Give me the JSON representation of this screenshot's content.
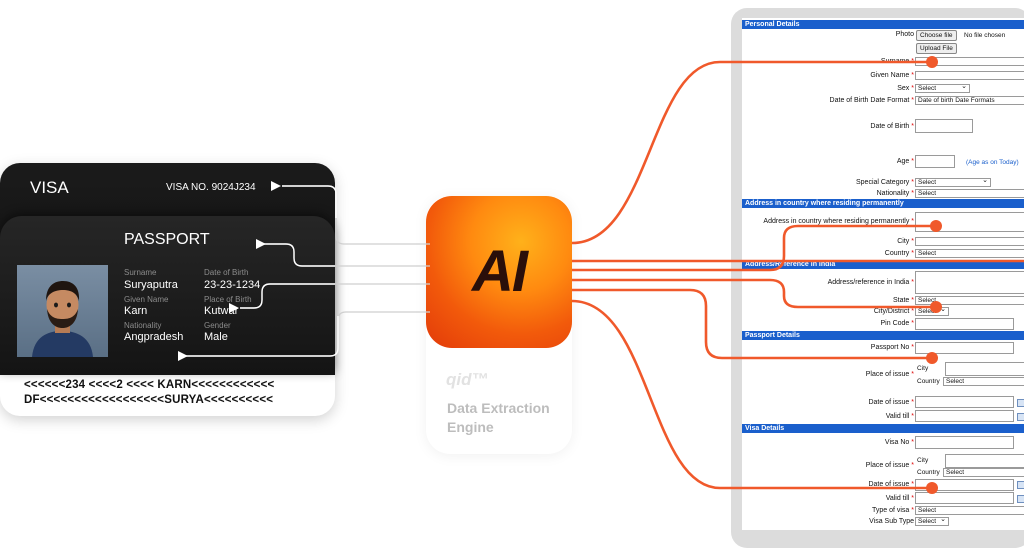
{
  "colors": {
    "accent": "#f0592b",
    "section_bar": "#1a5fcc",
    "ai_gradient_start": "#ffb11a",
    "ai_gradient_end": "#e23a0a"
  },
  "visa_card": {
    "title": "VISA",
    "visa_no": "VISA NO. 9024J234"
  },
  "passport_card": {
    "title": "PASSPORT",
    "surname_label": "Surname",
    "surname": "Suryaputra",
    "dob_label": "Date of Birth",
    "dob": "23-23-1234",
    "given_label": "Given Name",
    "given": "Karn",
    "pob_label": "Place of Birth",
    "pob": "Kutwar",
    "nationality_label": "Nationality",
    "nationality": "Angpradesh",
    "gender_label": "Gender",
    "gender": "Male",
    "mrz_line1": "<<<<<<234 <<<<2 <<<< KARN<<<<<<<<<<<<",
    "mrz_line2": "DF<<<<<<<<<<<<<<<<<<SURYA<<<<<<<<<<"
  },
  "engine": {
    "logo_text": "AI",
    "brand": "qid™",
    "line1": "Data Extraction",
    "line2": "Engine"
  },
  "form": {
    "sections": {
      "personal": "Personal Details",
      "address_perm": "Address in country where residing permanently",
      "address_india": "Address/Reference in India",
      "passport": "Passport Details",
      "visa": "Visa Details"
    },
    "photo_label": "Photo",
    "choose_file": "Choose file",
    "no_file": "No file chosen",
    "upload_file": "Upload File",
    "surname_label": "Surname",
    "given_name_label": "Given Name",
    "sex_label": "Sex",
    "select": "Select",
    "dob_format_label": "Date of Birth Date Format",
    "dob_format_value": "Date of birth Date Formats",
    "dob_label": "Date of Birth",
    "age_label": "Age",
    "age_note": "(Age as on Today)",
    "special_category_label": "Special Category",
    "nationality_label": "Nationality",
    "address_perm_label": "Address in country where residing permanently",
    "city_label": "City",
    "country_label": "Country",
    "address_india_label": "Address/reference in India",
    "state_label": "State",
    "city_district_label": "City/District",
    "pin_label": "Pin Code",
    "passport_no_label": "Passport No",
    "place_of_issue_label": "Place of issue",
    "city_small": "City",
    "country_small": "Country",
    "date_of_issue_label": "Date of issue",
    "valid_till_label": "Valid till",
    "visa_no_label": "Visa No",
    "type_of_visa_label": "Type of visa",
    "visa_sub_type_label": "Visa Sub Type",
    "req": "*"
  }
}
